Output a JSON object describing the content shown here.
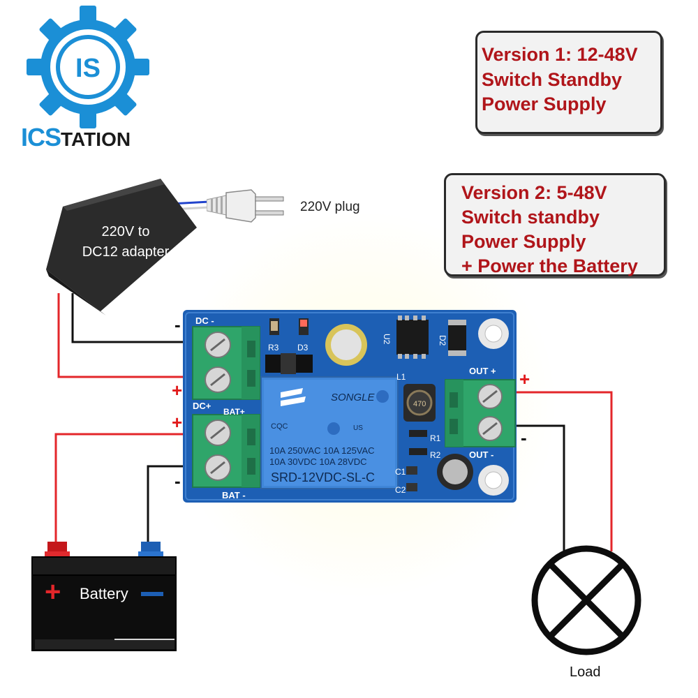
{
  "brand": {
    "logo_letters": "IS",
    "name_prefix": "ICS",
    "name_suffix": "TATION",
    "primary_color": "#1b8fd6"
  },
  "versions": [
    {
      "lines": [
        "Version 1: 12-48V",
        "Switch Standby",
        "Power Supply"
      ]
    },
    {
      "lines": [
        "Version 2: 5-48V",
        "Switch standby",
        "Power Supply",
        "+ Power the Battery"
      ]
    }
  ],
  "adapter": {
    "label_line1": "220V to",
    "label_line2": "DC12 adapter"
  },
  "plug": {
    "label": "220V plug"
  },
  "board": {
    "terminals": {
      "dc_minus": "DC -",
      "dc_plus": "DC+",
      "bat_plus": "BAT+",
      "bat_minus": "BAT -",
      "out_plus": "OUT +",
      "out_minus": "OUT -"
    },
    "components": [
      "R3",
      "D3",
      "U2",
      "D2",
      "L1",
      "R1",
      "R2",
      "C1",
      "C2",
      "470"
    ],
    "relay": {
      "brand": "SONGLE",
      "rating_line1": "10A 250VAC 10A 125VAC",
      "rating_line2": "10A  30VDC 10A  28VDC",
      "model": "SRD-12VDC-SL-C",
      "cert1": "CQC",
      "cert2": "US"
    }
  },
  "polarity": {
    "plus": "+",
    "minus": "-"
  },
  "battery": {
    "label": "Battery",
    "plus_sign": "+"
  },
  "load": {
    "label": "Load"
  },
  "colors": {
    "positive_wire": "#e3262a",
    "negative_wire": "#111111",
    "pcb": "#1d5fb4",
    "terminal": "#2fa56a",
    "label_red": "#b0151a"
  }
}
